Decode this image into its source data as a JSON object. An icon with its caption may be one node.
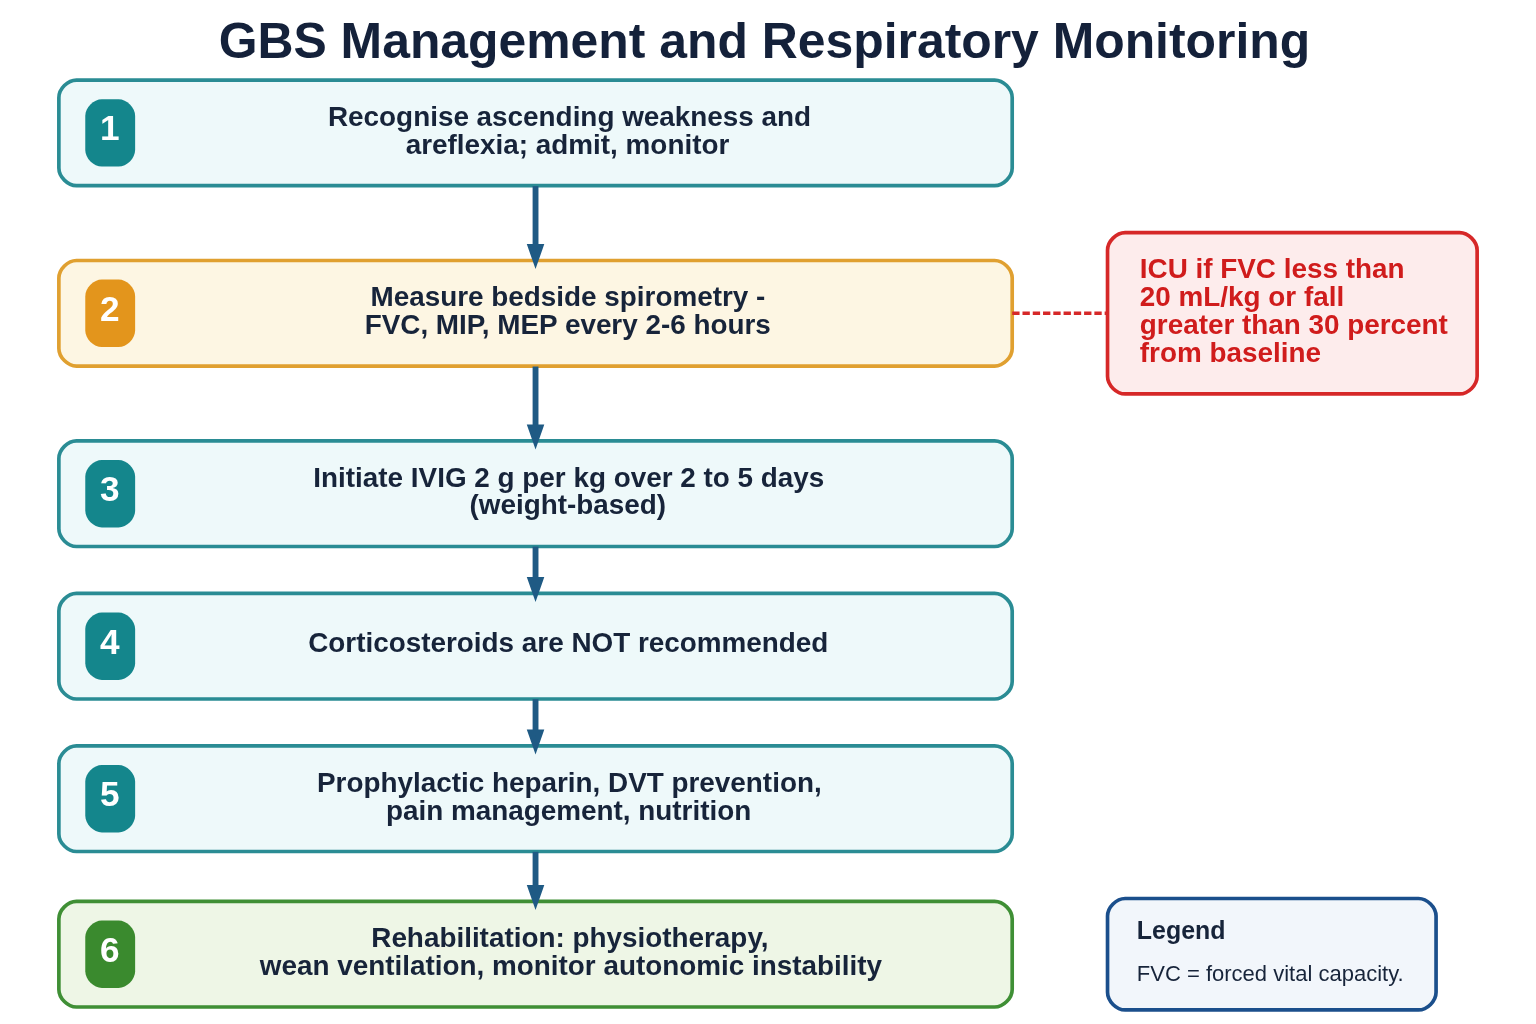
{
  "diagram": {
    "title": "GBS Management and Respiratory Monitoring",
    "nodes": [
      {
        "text": [
          "1",
          "Recognise ascending weakness and areflexia; admit, monitor"
        ]
      },
      {
        "text": [
          "2",
          "Measure bedside spirometry - FVC, MIP, MEP every 2-6 hours"
        ]
      },
      {
        "text": [
          "ICU if FVC less than 20 mL/kg or fall greater than 30 percent from baseline"
        ]
      },
      {
        "text": [
          "3",
          "Initiate IVIG 2 g per kg over 2 to 5 days (weight-based)"
        ]
      },
      {
        "text": [
          "4",
          "Corticosteroids are NOT recommended"
        ]
      },
      {
        "text": [
          "5",
          "Prophylactic heparin, DVT prevention, pain management, nutrition"
        ]
      },
      {
        "text": [
          "6",
          "Rehabilitation: physiotherapy, wean ventilation, monitor autonomic instability"
        ]
      },
      {
        "text": [
          "Legend",
          "FVC = forced vital capacity."
        ]
      }
    ],
    "edges": [
      {
        "from": 0,
        "to": 1,
        "arrow": "to"
      },
      {
        "from": 1,
        "to": 2,
        "arrow": "none",
        "style": "dashed",
        "color": "#d62828"
      },
      {
        "from": 1,
        "to": 3,
        "arrow": "to"
      },
      {
        "from": 3,
        "to": 4,
        "arrow": "to"
      },
      {
        "from": 4,
        "to": 5,
        "arrow": "to"
      },
      {
        "from": 5,
        "to": 6,
        "arrow": "to"
      }
    ]
  }
}
